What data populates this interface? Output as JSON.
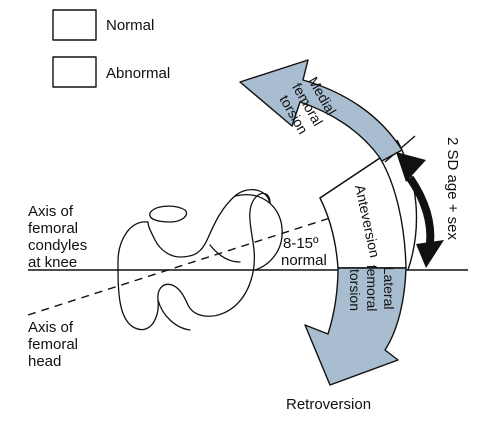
{
  "legend": {
    "normal_label": "Normal",
    "abnormal_label": "Abnormal",
    "normal_color": "#ffffff",
    "abnormal_color": "#a8bdd0"
  },
  "labels": {
    "medial_torsion": [
      "Medial",
      "femoral",
      "torsion"
    ],
    "anteversion": "Anteversion",
    "lateral_torsion": [
      "Lateral",
      "femoral",
      "torsion"
    ],
    "retroversion": "Retroversion",
    "sd_range": "2 SD age + sex",
    "normal_angle": [
      "8-15º",
      "normal"
    ],
    "condyle_axis": [
      "Axis of",
      "femoral",
      "condyles",
      "at knee"
    ],
    "head_axis": [
      "Axis of",
      "femoral",
      "head"
    ]
  },
  "icons": {
    "double_arrow": "double-headed-arrow-icon",
    "medial_arrow": "curved-arrow-up-icon",
    "lateral_arrow": "curved-arrow-down-icon"
  }
}
